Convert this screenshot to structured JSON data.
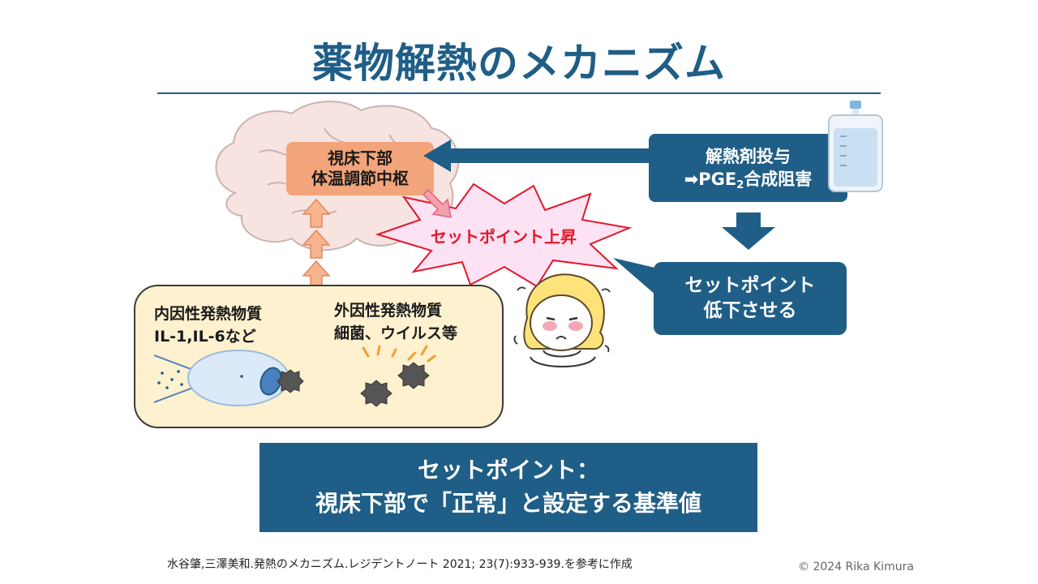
{
  "title": "薬物解熱のメカニズム",
  "hypothalamus": {
    "line1": "視床下部",
    "line2": "体温調節中枢"
  },
  "antipyretic": {
    "line1": "解熱剤投与",
    "line2_prefix": "➡PGE",
    "line2_sub": "2",
    "line2_suffix": "合成阻害"
  },
  "setpoint_rise": "セットポイント上昇",
  "setpoint_lower": {
    "line1": "セットポイント",
    "line2": "低下させる"
  },
  "pyrogens": {
    "endogenous": {
      "line1": "内因性発熱物質",
      "line2": "IL-1,IL-6など"
    },
    "exogenous": {
      "line1": "外因性発熱物質",
      "line2": "細菌、ウイルス等"
    }
  },
  "definition": {
    "line1": "セットポイント：",
    "line2": "視床下部で「正常」と設定する基準値"
  },
  "citation": "水谷肇,三澤美和.発熱のメカニズム.レジデントノート 2021; 23(7):933-939.を参考に作成",
  "copyright": "© 2024 Rika Kimura",
  "colors": {
    "navy": "#1f5e86",
    "orange": "#f2a57a",
    "burst_pink": "#fde2f4",
    "red_text": "#e2182a",
    "cream": "#fdf1cf"
  }
}
